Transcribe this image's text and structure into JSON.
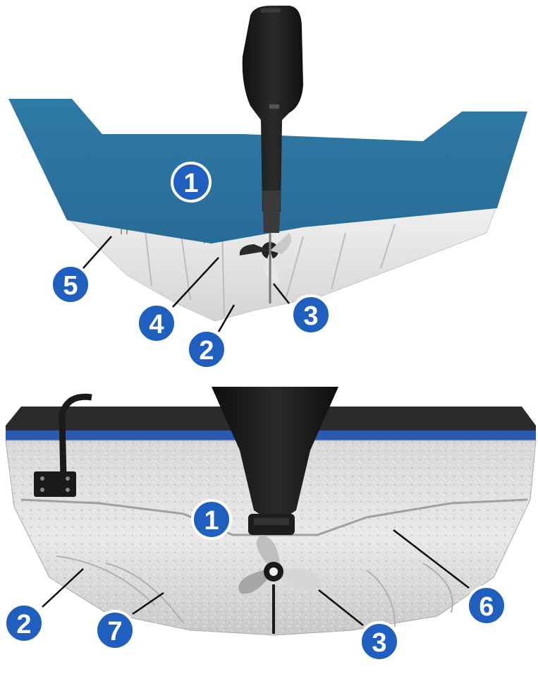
{
  "colors": {
    "transom_blue": "#2e77a2",
    "callout_fill": "#1f5fbf",
    "callout_ring": "#ffffff",
    "hull_light": "#e9e9e9",
    "hull_shadow": "#b9b9b9",
    "motor_black": "#1d1d1d",
    "leader_line": "#0a0a0a",
    "gunwale_blue": "#2a5bb0"
  },
  "icons": [
    "outboard-motor-icon",
    "propeller-icon",
    "stern-ladder-icon"
  ],
  "top_view": {
    "callouts": [
      {
        "label": "1"
      },
      {
        "label": "5"
      },
      {
        "label": "4"
      },
      {
        "label": "3"
      },
      {
        "label": "2"
      }
    ]
  },
  "bottom_view": {
    "callouts": [
      {
        "label": "1"
      },
      {
        "label": "2"
      },
      {
        "label": "7"
      },
      {
        "label": "3"
      },
      {
        "label": "6"
      }
    ]
  }
}
